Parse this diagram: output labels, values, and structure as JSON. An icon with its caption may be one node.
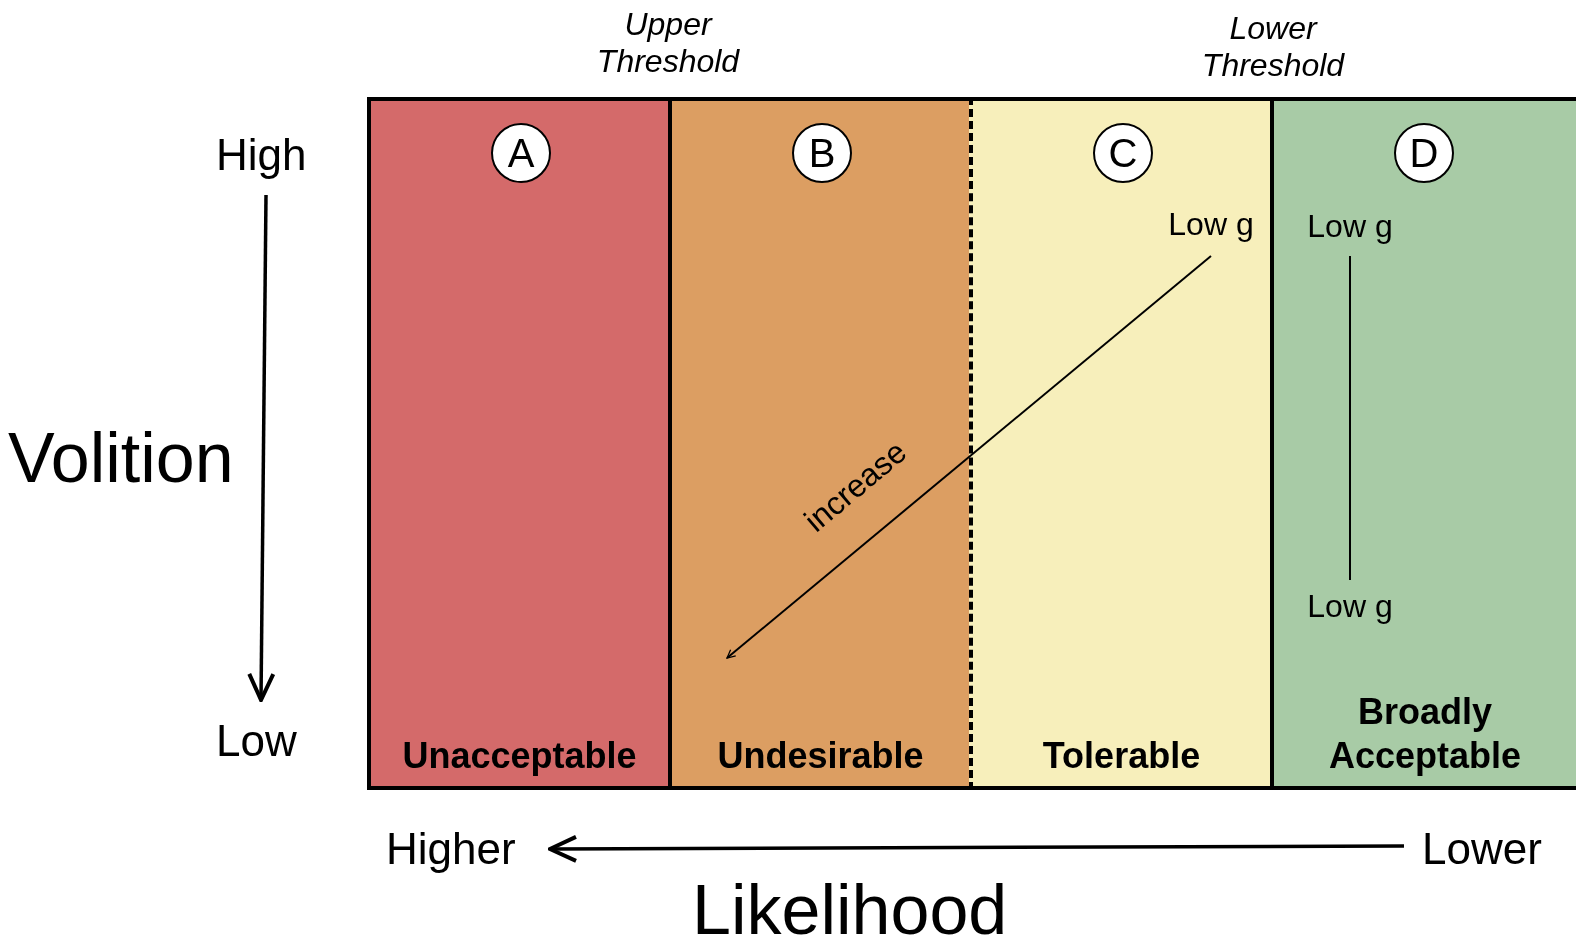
{
  "diagram": {
    "nodes": [
      {
        "text": [
          "Unacceptable"
        ]
      },
      {
        "text": [
          "A"
        ],
        "in": 0
      },
      {
        "text": [
          "Undesirable"
        ]
      },
      {
        "text": [
          "B"
        ],
        "in": 2
      },
      {
        "text": [
          "Tolerable"
        ]
      },
      {
        "text": [
          "C"
        ],
        "in": 4
      },
      {
        "text": [
          "Low g"
        ],
        "in": 4
      },
      {
        "text": [
          "Broadly Acceptable"
        ]
      },
      {
        "text": [
          "D"
        ],
        "in": 7
      },
      {
        "text": [
          "Low g"
        ],
        "in": 7
      },
      {
        "text": [
          "Low g"
        ],
        "in": 7
      }
    ],
    "edges": [
      {
        "from": 6,
        "to": null,
        "arrow": "to",
        "label": "increase"
      },
      {
        "from": 9,
        "to": 10,
        "arrow": "none"
      }
    ],
    "labels": [
      "Upper Threshold",
      "Lower Threshold",
      "High",
      "Volition",
      "Low",
      "Higher",
      "Lower",
      "Likelihood"
    ]
  }
}
